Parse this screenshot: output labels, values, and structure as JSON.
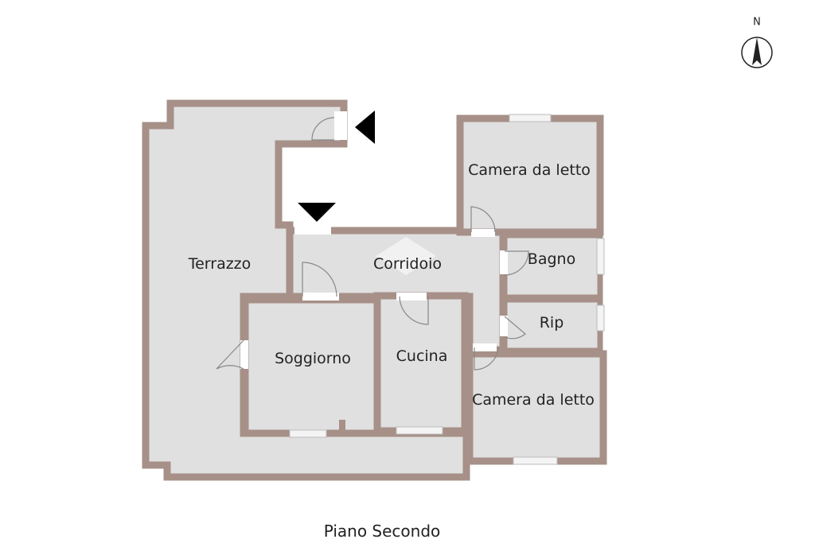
{
  "floor_name": "Piano Secondo",
  "compass": {
    "label": "N"
  },
  "colors": {
    "floor": "#e0e0e0",
    "wall": "#a69088",
    "background": "#ffffff",
    "marker": "#000000"
  },
  "rooms": [
    {
      "id": "terrazzo",
      "label": "Terrazzo"
    },
    {
      "id": "corridoio",
      "label": "Corridoio"
    },
    {
      "id": "soggiorno",
      "label": "Soggiorno"
    },
    {
      "id": "cucina",
      "label": "Cucina"
    },
    {
      "id": "camera1",
      "label": "Camera da letto"
    },
    {
      "id": "bagno",
      "label": "Bagno"
    },
    {
      "id": "rip",
      "label": "Rip"
    },
    {
      "id": "camera2",
      "label": "Camera da letto"
    }
  ]
}
